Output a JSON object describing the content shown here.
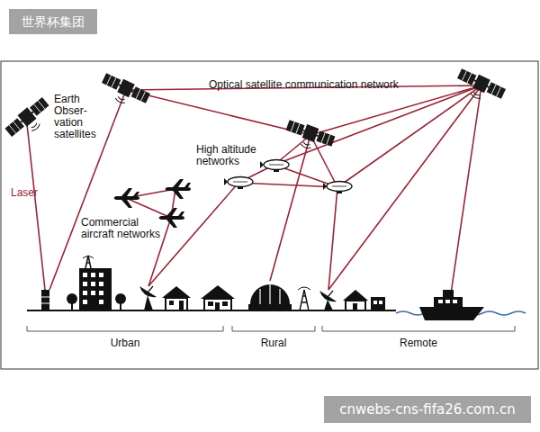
{
  "diagram": {
    "labels": [
      "世界杯集团",
      "Optical satellite communication network",
      "Earth Obser- vation satellites",
      "Laser",
      "High altitude networks",
      "Commercial aircraft networks",
      "Urban",
      "Rural",
      "Remote",
      "cnwebs-cns-fifa26.com.cn"
    ]
  }
}
